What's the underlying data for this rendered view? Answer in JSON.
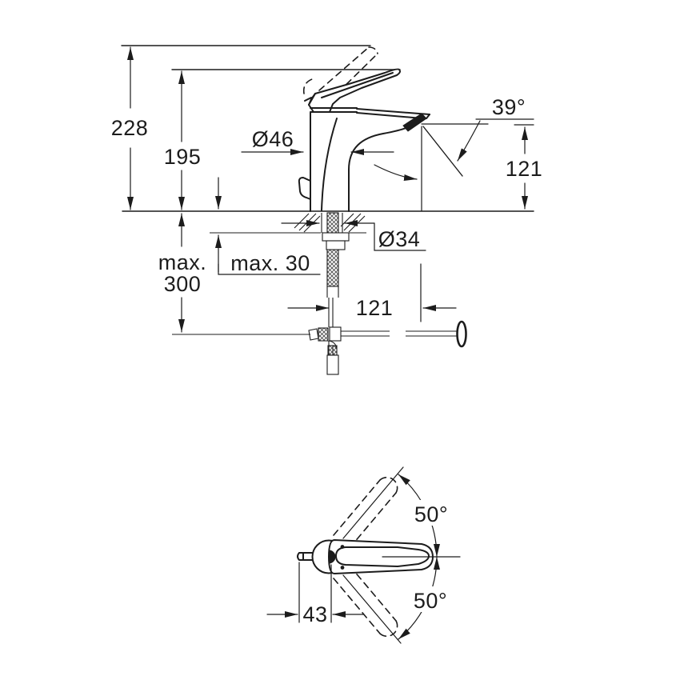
{
  "page": {
    "background": "#ffffff",
    "line_color": "#1c1c1c"
  },
  "drawing": {
    "front_view": {
      "name": "faucet side elevation with installation dimensions",
      "labels": {
        "total_height": "228",
        "lever_height": "195",
        "body_diameter": "Ø46",
        "stream_angle": "39°",
        "spout_height": "121",
        "max_depth_word": "max.",
        "max_depth_value": "300",
        "deck_thickness": "max. 30",
        "hole_diameter": "Ø34",
        "rod_offset": "121"
      }
    },
    "top_view": {
      "name": "faucet plan view with lever swivel angles",
      "labels": {
        "swivel_upper": "50°",
        "swivel_lower": "50°",
        "knob_distance": "43"
      }
    }
  }
}
